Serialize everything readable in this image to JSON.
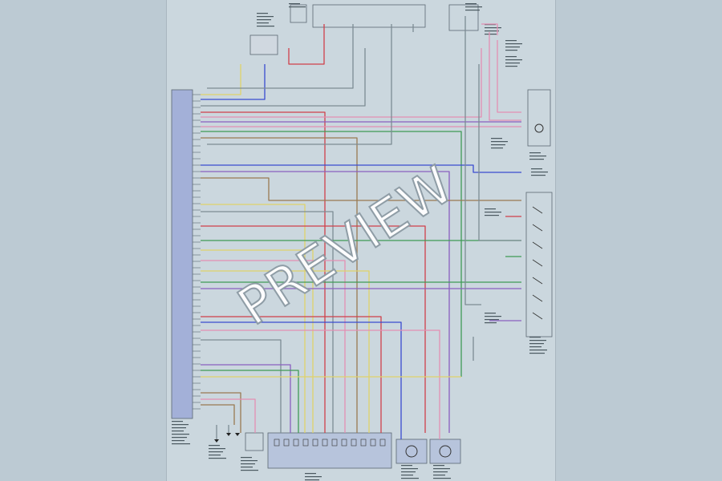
{
  "watermark": "PREVIEW",
  "document_code": "",
  "colors": {
    "sheet": "#cbd7de",
    "connector": "#a3b0d8",
    "wire_red": "#d0404a",
    "wire_blue": "#3a4bd0",
    "wire_pink": "#e48fb3",
    "wire_purple": "#8a5fc0",
    "wire_green": "#3f9a56",
    "wire_yellow": "#e0d26a",
    "wire_brown": "#9a7a52",
    "wire_gray": "#7c8b93"
  },
  "icons": [
    "switch-symbol",
    "ground-symbol",
    "fuse-block",
    "sensor-coil"
  ]
}
